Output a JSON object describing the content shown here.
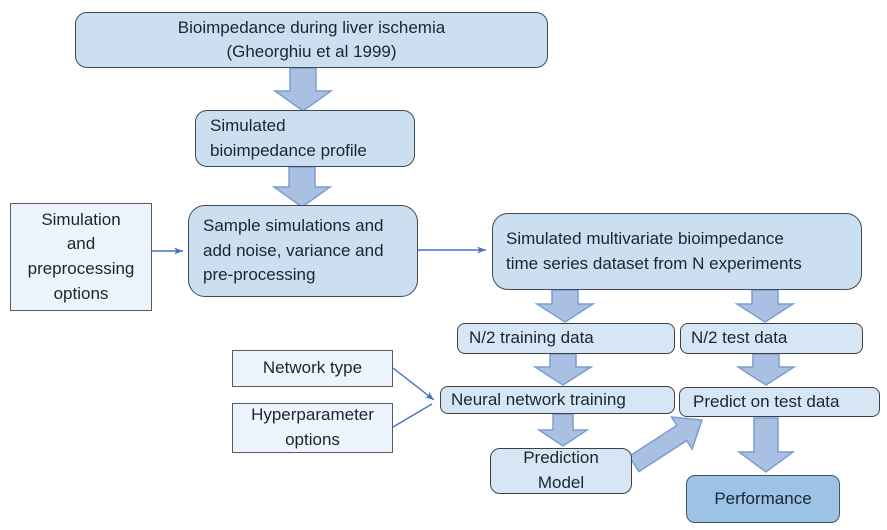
{
  "nodes": {
    "source": {
      "label": "Bioimpedance during liver ischemia\n(Gheorghiu et al 1999)"
    },
    "profile": {
      "label": "Simulated\nbioimpedance profile"
    },
    "options": {
      "label": "Simulation\nand\npreprocessing\noptions"
    },
    "sample": {
      "label": "Sample simulations and\nadd noise, variance and\npre-processing"
    },
    "dataset": {
      "label": "Simulated multivariate bioimpedance\ntime series dataset from N experiments"
    },
    "training_data": {
      "label": "N/2 training data"
    },
    "test_data": {
      "label": "N/2 test data"
    },
    "network_type": {
      "label": "Network type"
    },
    "hyperparameters": {
      "label": "Hyperparameter\noptions"
    },
    "nn_training": {
      "label": "Neural network training"
    },
    "predict_test": {
      "label": "Predict on test data"
    },
    "prediction_model": {
      "label": "Prediction\nModel"
    },
    "performance": {
      "label": "Performance"
    }
  },
  "colors": {
    "box_fill_primary": "#cbdff1",
    "box_fill_secondary": "#d7e6f4",
    "box_fill_input": "#eef4fb",
    "box_fill_highlight": "#9cc3e5",
    "block_arrow_fill": "#a9c0e3",
    "block_arrow_stroke": "#7e9cd1",
    "thin_arrow": "#4472c4",
    "box_border": "#3f4a56",
    "text": "#1b2532",
    "background": "#ffffff"
  }
}
